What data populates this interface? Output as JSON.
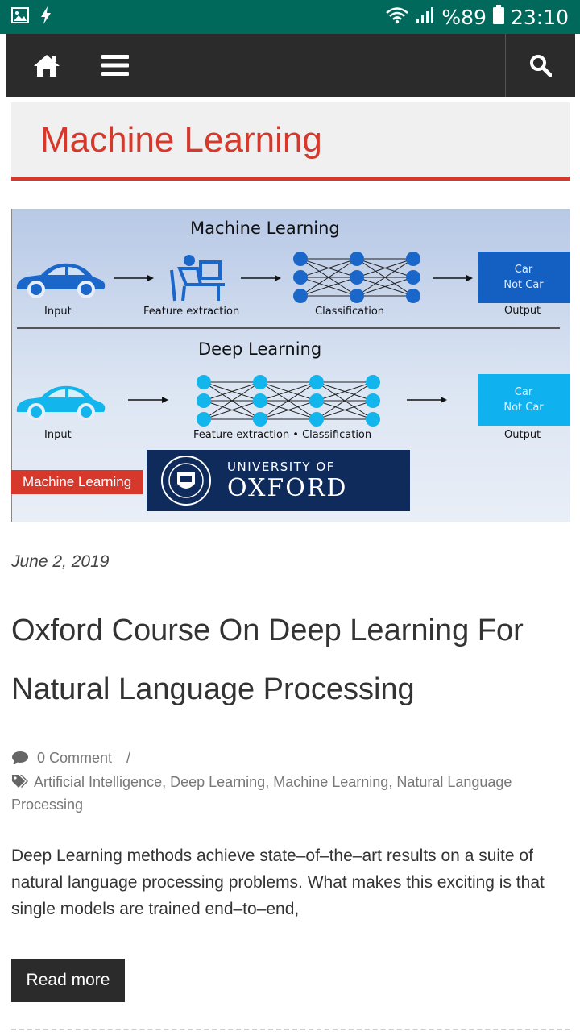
{
  "status_bar": {
    "battery": "%89",
    "time": "23:10"
  },
  "category": {
    "title": "Machine Learning",
    "badge": "Machine Learning",
    "color": "#d6382b"
  },
  "hero": {
    "ml_title": "Machine Learning",
    "dl_title": "Deep Learning",
    "input": "Input",
    "feature_extraction": "Feature extraction",
    "classification": "Classification",
    "output": "Output",
    "car": "Car",
    "not_car": "Not Car",
    "dl_feature_classification": "Feature extraction • Classification",
    "oxford_line1": "UNIVERSITY OF",
    "oxford_line2": "OXFORD"
  },
  "post": {
    "date": "June 2, 2019",
    "title": "Oxford Course On Deep Learning For Natural Language Processing",
    "comments": "0 Comment",
    "separator": "/",
    "tags": [
      "Artificial Intelligence",
      "Deep Learning",
      "Machine Learning",
      "Natural Language Processing"
    ],
    "excerpt": "Deep Learning methods achieve state–of–the–art results on a suite of natural language processing problems. What makes this exciting is that single models are trained end–to–end,",
    "read_more": "Read more"
  }
}
